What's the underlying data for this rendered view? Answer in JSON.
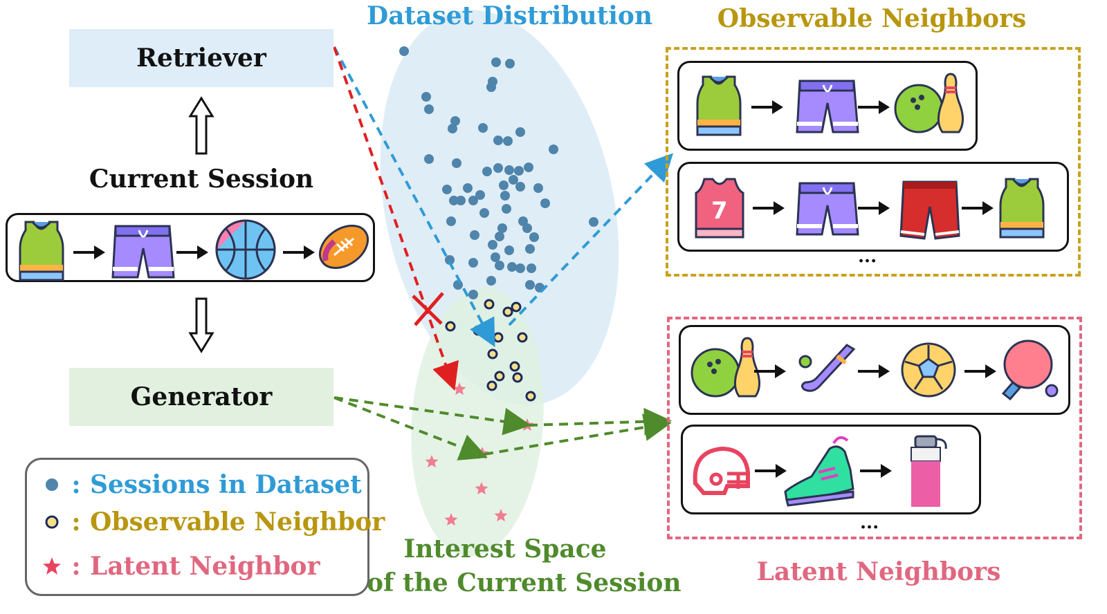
{
  "retriever_label": "Retriever",
  "generator_label": "Generator",
  "current_session_label": "Current Session",
  "dataset_distribution_label": "Dataset Distribution",
  "interest_space_line1": "Interest Space",
  "interest_space_line2": "of the Current Session",
  "observable_neighbors_title": "Observable Neighbors",
  "latent_neighbors_title": "Latent Neighbors",
  "ellipsis": "···",
  "jersey_number": "7",
  "legend": {
    "sessions": "Sessions in Dataset",
    "observable": "Observable Neighbor",
    "latent": "Latent Neighbor",
    "colon": ":"
  },
  "colors": {
    "blue": "#2f9bd6",
    "gold": "#b8960f",
    "pink": "#e0677f",
    "green": "#4f8a2c",
    "dot": "#4f84ab",
    "red": "#e02020"
  },
  "current_session_items": [
    "tank-top-icon",
    "shorts-icon",
    "basketball-icon",
    "rugby-ball-icon"
  ],
  "observable_sessions": [
    [
      "tank-top-icon",
      "shorts-icon",
      "bowling-icon"
    ],
    [
      "jersey-7-icon",
      "shorts-icon",
      "red-shorts-icon",
      "tank-top-icon"
    ]
  ],
  "latent_sessions": [
    [
      "bowling-icon",
      "hockey-stick-icon",
      "soccer-ball-icon",
      "ping-pong-icon"
    ],
    [
      "helmet-icon",
      "sneaker-icon",
      "water-bottle-icon"
    ]
  ]
}
